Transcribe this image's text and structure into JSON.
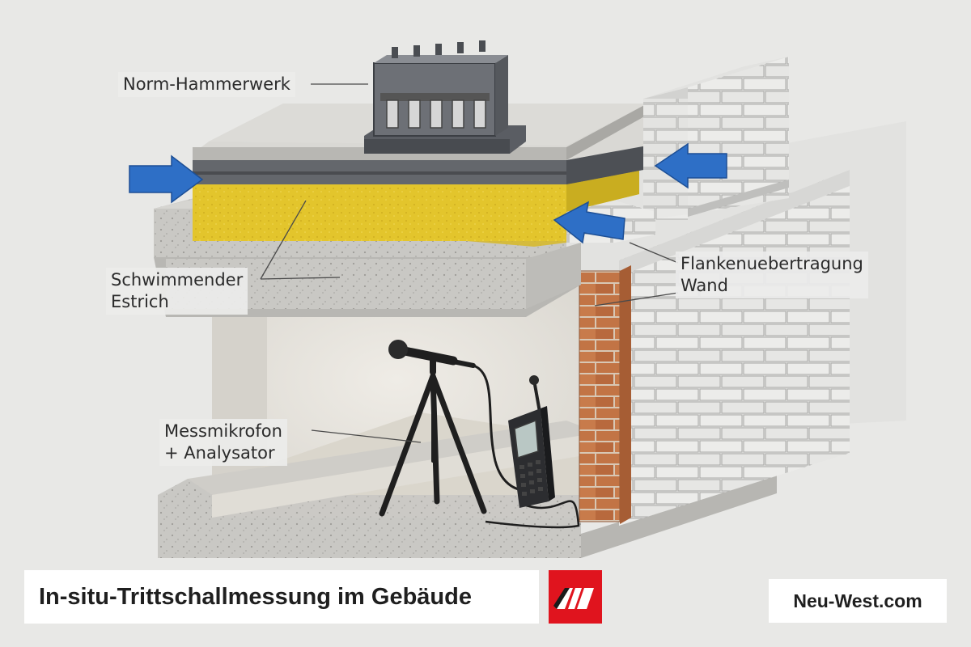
{
  "labels": {
    "hammer": "Norm-Hammerwerk",
    "screed_line1": "Schwimmender",
    "screed_line2": "Estrich",
    "flank_line1": "Flankenuebertragung",
    "flank_line2": "Wand",
    "mic_line1": "Messmikrofon",
    "mic_line2": "+ Analysator"
  },
  "footer": {
    "title": "In-situ-Trittschallmessung im Gebäude",
    "site": "Neu-West.com"
  },
  "colors": {
    "arrow": "#2e6fc6",
    "insulation": "#e3c52c",
    "brick": "#c27445",
    "logo_red": "#e0141e",
    "concrete": "#c9c8c4"
  },
  "icons": {
    "logo": "nw-logo-icon",
    "arrow": "blue-arrow-icon"
  }
}
